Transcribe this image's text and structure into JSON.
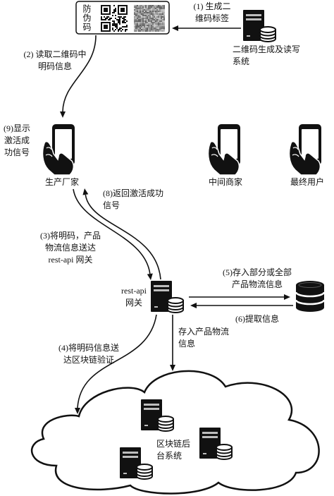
{
  "qr_tag": {
    "label": "防伪码"
  },
  "nodes": {
    "qr_system": [
      "二维码生成及读写",
      "系统"
    ],
    "manufacturer": "生产厂家",
    "middleman": "中间商家",
    "end_user": "最终用户",
    "gateway": [
      "rest-api",
      "网关"
    ],
    "blockchain_backend": [
      "区块链后",
      "台系统"
    ]
  },
  "steps": {
    "step1": [
      "(1) 生成二",
      "维码标签"
    ],
    "step2": [
      "(2) 读取二维码中",
      "明码信息"
    ],
    "step3": [
      "(3)将明码，产品",
      "物流信息送达",
      "rest-api 网关"
    ],
    "step4": [
      "(4)将明码信息送",
      "达区块链验证"
    ],
    "step5": [
      "(5)存入部分或全部",
      "产品物流信息"
    ],
    "step6": [
      "(6)提取信息"
    ],
    "step8": [
      "(8)返回激活成功",
      "信号"
    ],
    "step9": [
      "(9)显示",
      "激活成",
      "功信号"
    ],
    "store": [
      "存入产品物流",
      "信息"
    ]
  },
  "icons": {
    "qr_system": "server-database-icon",
    "manufacturer": "hand-phone-icon",
    "middleman": "hand-phone-icon",
    "end_user": "hand-phone-icon",
    "gateway": "server-database-icon",
    "storage": "database-icon",
    "blockchain_backend": "cloud-icon"
  },
  "colors": {
    "ink": "#111111",
    "background": "#ffffff",
    "slot_gray": "#bdbdbd"
  }
}
